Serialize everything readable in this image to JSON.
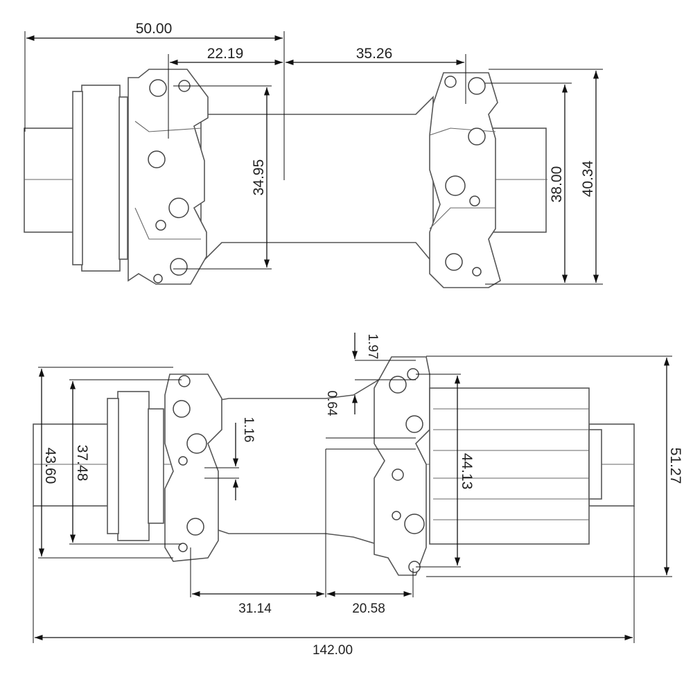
{
  "drawings": {
    "front_hub": {
      "dimensions": {
        "overall_width": "50.00",
        "left_flange_offset": "22.19",
        "right_flange_offset": "35.26",
        "left_flange_bolt_circle": "34.95",
        "right_flange_bolt_circle": "38.00",
        "right_flange_outer": "40.34"
      }
    },
    "rear_hub": {
      "dimensions": {
        "flange_thickness_top": "1.97",
        "flange_offset_small": "0.64",
        "shell_step": "1.16",
        "left_flange_bolt_circle": "37.48",
        "left_flange_outer": "43.60",
        "right_flange_bolt_circle": "44.13",
        "right_flange_outer": "51.27",
        "left_flange_to_center": "31.14",
        "center_to_right_flange": "20.58",
        "overall_length": "142.00"
      }
    }
  }
}
